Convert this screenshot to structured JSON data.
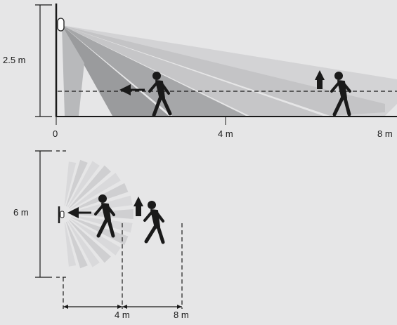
{
  "side_view": {
    "height_label": "2.5 m",
    "axis_labels": [
      "0",
      "4 m",
      "8 m"
    ]
  },
  "top_view": {
    "width_label": "6 m",
    "axis_labels": [
      "4 m",
      "8 m"
    ]
  },
  "colors": {
    "background": "#e6e6e7",
    "zone_light": "#d0d0d2",
    "zone_mid": "#b9b9bb",
    "zone_dark": "#999a9c",
    "line": "#1a1a1a"
  }
}
